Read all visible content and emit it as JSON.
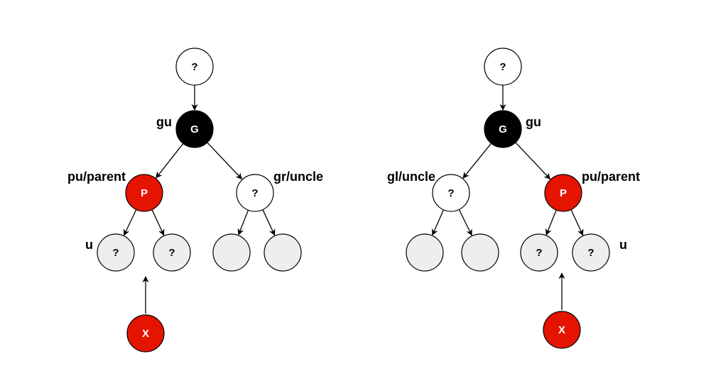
{
  "colors": {
    "black_node": "#000000",
    "red_node": "#e51400",
    "white_node": "#ffffff",
    "gray_node": "#eeeeee",
    "stroke": "#000000",
    "arrow": "#000000"
  },
  "left_tree": {
    "top": {
      "label": "?",
      "color": "white_node"
    },
    "grandparent": {
      "label": "G",
      "color": "black_node",
      "tag": "gu"
    },
    "parent": {
      "label": "P",
      "color": "red_node",
      "tag": "pu/parent"
    },
    "uncle": {
      "label": "?",
      "color": "white_node",
      "tag": "gr/uncle"
    },
    "parent_child_left": {
      "label": "?",
      "color": "gray_node",
      "tag": "u"
    },
    "parent_child_right": {
      "label": "?",
      "color": "gray_node"
    },
    "uncle_child_left": {
      "label": "",
      "color": "gray_node"
    },
    "uncle_child_right": {
      "label": "",
      "color": "gray_node"
    },
    "inserted": {
      "label": "X",
      "color": "red_node"
    }
  },
  "right_tree": {
    "top": {
      "label": "?",
      "color": "white_node"
    },
    "grandparent": {
      "label": "G",
      "color": "black_node",
      "tag": "gu"
    },
    "uncle": {
      "label": "?",
      "color": "white_node",
      "tag": "gl/uncle"
    },
    "parent": {
      "label": "P",
      "color": "red_node",
      "tag": "pu/parent"
    },
    "uncle_child_left": {
      "label": "",
      "color": "gray_node"
    },
    "uncle_child_right": {
      "label": "",
      "color": "gray_node"
    },
    "parent_child_left": {
      "label": "?",
      "color": "gray_node"
    },
    "parent_child_right": {
      "label": "?",
      "color": "gray_node",
      "tag": "u"
    },
    "inserted": {
      "label": "X",
      "color": "red_node"
    }
  }
}
